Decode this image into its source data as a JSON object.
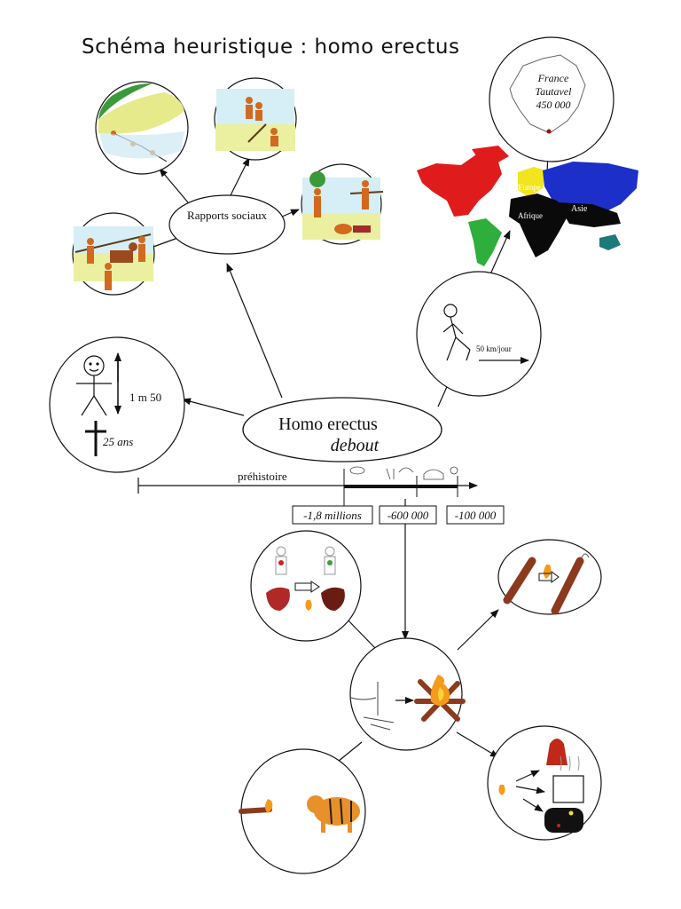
{
  "title": "Schéma heuristique : homo erectus",
  "center": {
    "name": "Homo erectus",
    "subtitle": "debout"
  },
  "nodes": {
    "social": "Rapports sociaux",
    "height": "1 m 50",
    "lifespan": "25 ans",
    "walk_speed": "50 km/jour",
    "map_france": {
      "country": "France",
      "site": "Tautavel",
      "date": "450 000"
    },
    "continents": [
      "Europe",
      "Afrique",
      "Asie"
    ]
  },
  "timeline": {
    "label": "préhistoire",
    "dates": [
      "-1,8 millions",
      "-600 000",
      "-100 000"
    ]
  },
  "colors": {
    "americas": "#e01b1b",
    "south_america": "#2eae3a",
    "europe": "#f2e51e",
    "asia": "#1c2fc9",
    "africa": "#0a0a0a",
    "oceania": "#1d7a7a",
    "fire": "#f59a1a",
    "wood": "#8b3a1e",
    "figure_skin": "#d2691e"
  },
  "icons": [
    "hunting-scene-icon",
    "stick-figure-icon",
    "cross-icon",
    "walking-man-icon",
    "world-map-icon",
    "france-map-icon",
    "fire-icon",
    "tiger-icon",
    "torch-icon",
    "cooked-meat-icon",
    "cooking-pot-icon"
  ]
}
